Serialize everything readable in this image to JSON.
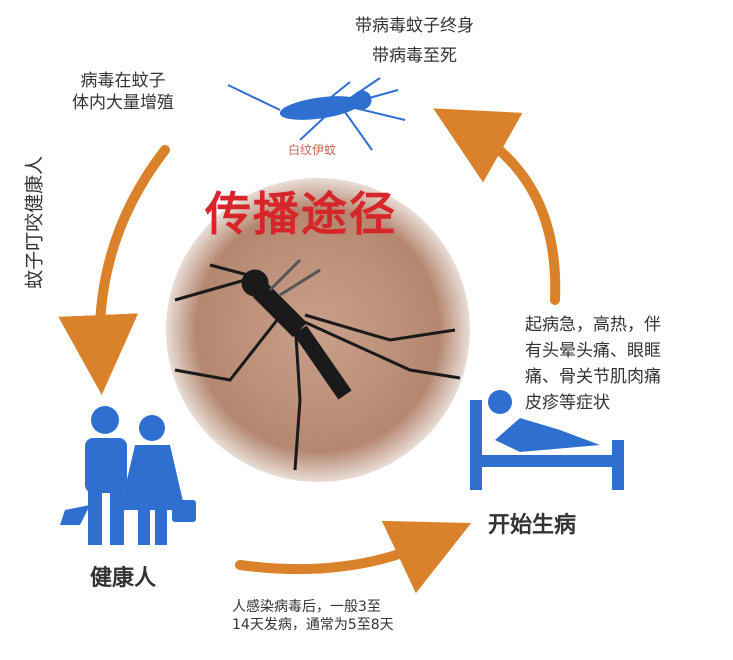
{
  "title": "传播途径",
  "top_right_text": [
    "带病毒蚊子终身",
    "带病毒至死"
  ],
  "top_left_text": [
    "病毒在蚊子",
    "体内大量增殖"
  ],
  "mosquito_label": "白纹伊蚊",
  "left_vertical_text": "蚊子叮咬健康人",
  "healthy_label": "健康人",
  "sick_label": "开始生病",
  "symptoms_text": [
    "起病急，高热，伴",
    "有头晕头痛、眼眶",
    "痛、骨关节肌肉痛",
    "皮疹等症状"
  ],
  "bottom_text": [
    "人感染病毒后，一般3至",
    "14天发病，通常为5至8天"
  ],
  "colors": {
    "title": "#d7262a",
    "arrow": "#d9822b",
    "icon": "#2f6fcf"
  }
}
